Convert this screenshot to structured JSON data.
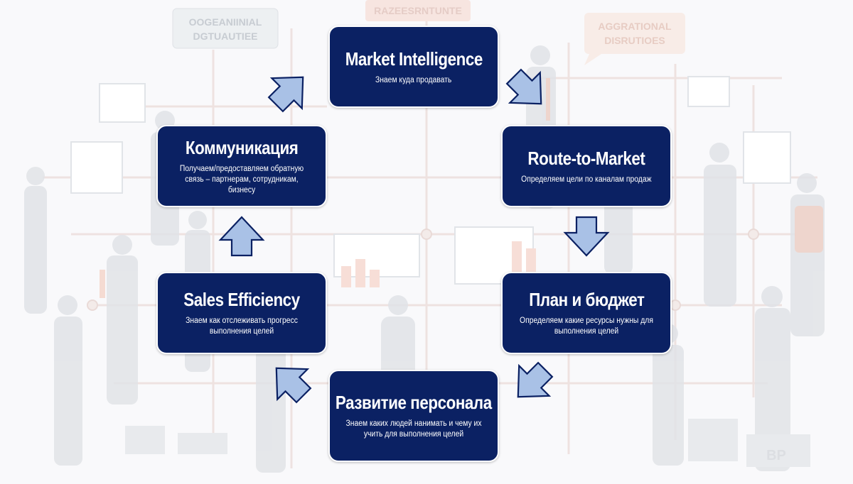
{
  "background": {
    "sign_top_left": [
      "OOGEANIINIAL",
      "DGTUAUTIEE"
    ],
    "sign_top_center": "RAZEESRNTUNTE",
    "sign_top_right": [
      "AGGRATIONAL",
      "DISRUTIOES"
    ],
    "sign_bottom_right": "BP"
  },
  "colors": {
    "box_fill": "#0b2163",
    "box_border": "#ffffff",
    "arrow_fill": "#a9c1e6",
    "arrow_stroke": "#0b2163"
  },
  "cycle": {
    "market": {
      "title": "Market Intelligence",
      "subtitle": "Знаем куда продавать"
    },
    "route": {
      "title": "Route-to-Market",
      "subtitle": "Определяем цели по каналам продаж"
    },
    "plan": {
      "title": "План и бюджет",
      "subtitle": "Определяем какие ресурсы нужны для выполнения целей"
    },
    "people": {
      "title": "Развитие персонала",
      "subtitle": "Знаем каких людей нанимать и чему их учить для выполнения целей"
    },
    "sales": {
      "title": "Sales Efficiency",
      "subtitle": "Знаем как отслеживать прогресс выполнения целей"
    },
    "comm": {
      "title": "Коммуникация",
      "subtitle": "Получаем/предоставляем обратную связь – партнерам, сотрудникам, бизнесу"
    }
  },
  "arrow_icon": "block-arrow-icon"
}
